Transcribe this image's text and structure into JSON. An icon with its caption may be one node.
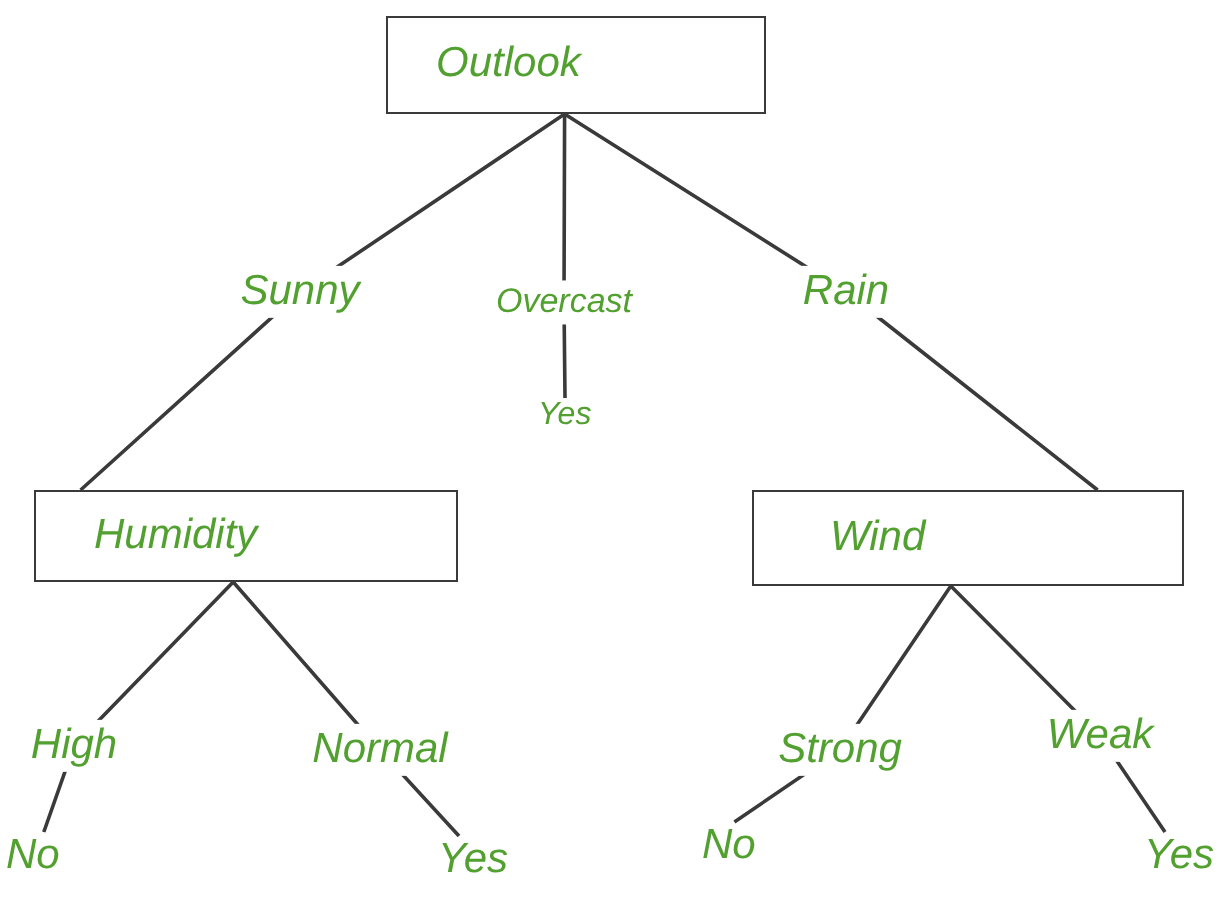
{
  "diagram": {
    "nodes": [
      {
        "text": [
          "Outlook"
        ]
      },
      {
        "text": [
          "Yes"
        ]
      },
      {
        "text": [
          "Humidity"
        ]
      },
      {
        "text": [
          "Wind"
        ]
      },
      {
        "text": [
          "No"
        ]
      },
      {
        "text": [
          "Yes"
        ]
      },
      {
        "text": [
          "No"
        ]
      },
      {
        "text": [
          "Yes"
        ]
      }
    ],
    "edges": [
      {
        "from": 0,
        "to": 2,
        "arrow": "none",
        "label": "Sunny"
      },
      {
        "from": 0,
        "to": 1,
        "arrow": "none",
        "label": "Overcast"
      },
      {
        "from": 0,
        "to": 3,
        "arrow": "none",
        "label": "Rain"
      },
      {
        "from": 2,
        "to": 4,
        "arrow": "none",
        "label": "High"
      },
      {
        "from": 2,
        "to": 5,
        "arrow": "none",
        "label": "Normal"
      },
      {
        "from": 3,
        "to": 6,
        "arrow": "none",
        "label": "Strong"
      },
      {
        "from": 3,
        "to": 7,
        "arrow": "none",
        "label": "Weak"
      }
    ]
  }
}
